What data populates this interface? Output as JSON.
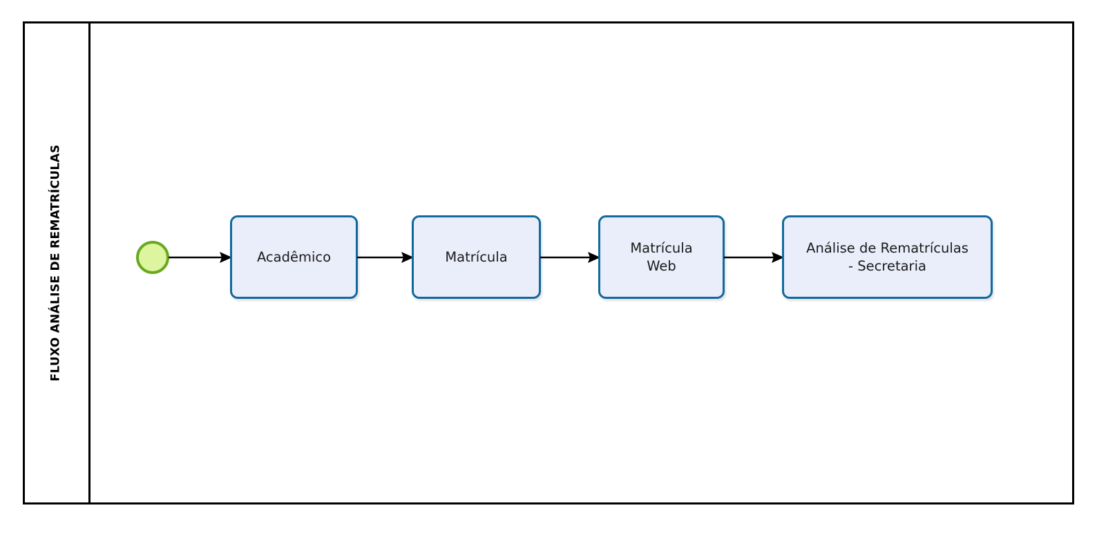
{
  "diagram": {
    "type": "bpmn-flow",
    "pool": {
      "lane_label": "FLUXO ANÁLISE DE REMATRÍCULAS"
    },
    "start_event": {
      "name": "start-event",
      "fill": "#ddf59f",
      "stroke": "#6aa81e"
    },
    "tasks": [
      {
        "id": "academico",
        "label": "Acadêmico"
      },
      {
        "id": "matricula",
        "label": "Matrícula"
      },
      {
        "id": "matricula-web",
        "label": "Matrícula\nWeb"
      },
      {
        "id": "analise-rematriculas",
        "label": "Análise de Rematrículas\n- Secretaria"
      }
    ],
    "flows": [
      {
        "id": "flow-1",
        "from": "start-event",
        "to": "academico"
      },
      {
        "id": "flow-2",
        "from": "academico",
        "to": "matricula"
      },
      {
        "id": "flow-3",
        "from": "matricula",
        "to": "matricula-web"
      },
      {
        "id": "flow-4",
        "from": "matricula-web",
        "to": "analise-rematriculas"
      }
    ],
    "colors": {
      "task_fill": "#eaeefb",
      "task_stroke": "#10699e",
      "frame_stroke": "#000000",
      "flow_stroke": "#000000",
      "text": "#1a1a1a"
    }
  }
}
